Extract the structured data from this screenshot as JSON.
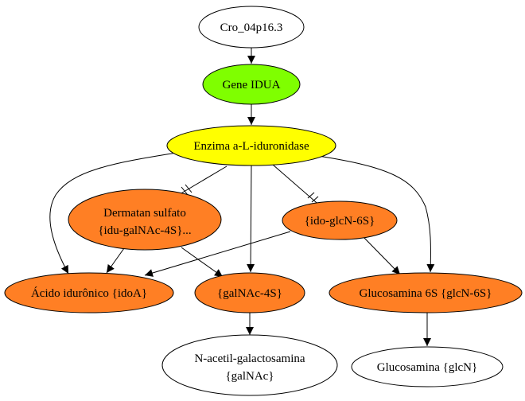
{
  "colors": {
    "white": "#ffffff",
    "green": "#7fff00",
    "yellow": "#ffff00",
    "orange": "#ff7f24",
    "line": "#000000"
  },
  "nodes": {
    "cro": {
      "label": "Cro_04p16.3",
      "fill": "white"
    },
    "gene": {
      "label": "Gene IDUA",
      "fill": "green"
    },
    "enzyme": {
      "label": "Enzima a-L-iduronidase",
      "fill": "yellow"
    },
    "dermatan": {
      "label_1": "Dermatan sulfato",
      "label_2": "{idu-galNAc-4S}...",
      "fill": "orange"
    },
    "idoglcn": {
      "label": "{ido-glcN-6S}",
      "fill": "orange"
    },
    "acido": {
      "label": "Ácido idurônico {idoA}",
      "fill": "orange"
    },
    "galnac4s": {
      "label": "{galNAc-4S}",
      "fill": "orange"
    },
    "glucosamina6s": {
      "label": "Glucosamina 6S {glcN-6S}",
      "fill": "orange"
    },
    "nacetil": {
      "label_1": "N-acetil-galactosamina",
      "label_2": "{galNAc}",
      "fill": "white"
    },
    "glucosamina": {
      "label": "Glucosamina {glcN}",
      "fill": "white"
    }
  },
  "edges": [
    {
      "from": "Cro_04p16.3",
      "to": "Gene IDUA",
      "arrow": "normal"
    },
    {
      "from": "Gene IDUA",
      "to": "Enzima a-L-iduronidase",
      "arrow": "normal"
    },
    {
      "from": "Enzima a-L-iduronidase",
      "to": "Dermatan sulfato {idu-galNAc-4S}...",
      "arrow": "tee"
    },
    {
      "from": "Enzima a-L-iduronidase",
      "to": "{ido-glcN-6S}",
      "arrow": "tee"
    },
    {
      "from": "Enzima a-L-iduronidase",
      "to": "Ácido idurônico {idoA}",
      "arrow": "normal"
    },
    {
      "from": "Enzima a-L-iduronidase",
      "to": "{galNAc-4S}",
      "arrow": "normal"
    },
    {
      "from": "Enzima a-L-iduronidase",
      "to": "Glucosamina 6S {glcN-6S}",
      "arrow": "normal"
    },
    {
      "from": "Dermatan sulfato {idu-galNAc-4S}...",
      "to": "Ácido idurônico {idoA}",
      "arrow": "normal"
    },
    {
      "from": "Dermatan sulfato {idu-galNAc-4S}...",
      "to": "{galNAc-4S}",
      "arrow": "normal"
    },
    {
      "from": "{ido-glcN-6S}",
      "to": "Ácido idurônico {idoA}",
      "arrow": "normal"
    },
    {
      "from": "{ido-glcN-6S}",
      "to": "Glucosamina 6S {glcN-6S}",
      "arrow": "normal"
    },
    {
      "from": "{galNAc-4S}",
      "to": "N-acetil-galactosamina {galNAc}",
      "arrow": "normal"
    },
    {
      "from": "Glucosamina 6S {glcN-6S}",
      "to": "Glucosamina {glcN}",
      "arrow": "normal"
    }
  ]
}
